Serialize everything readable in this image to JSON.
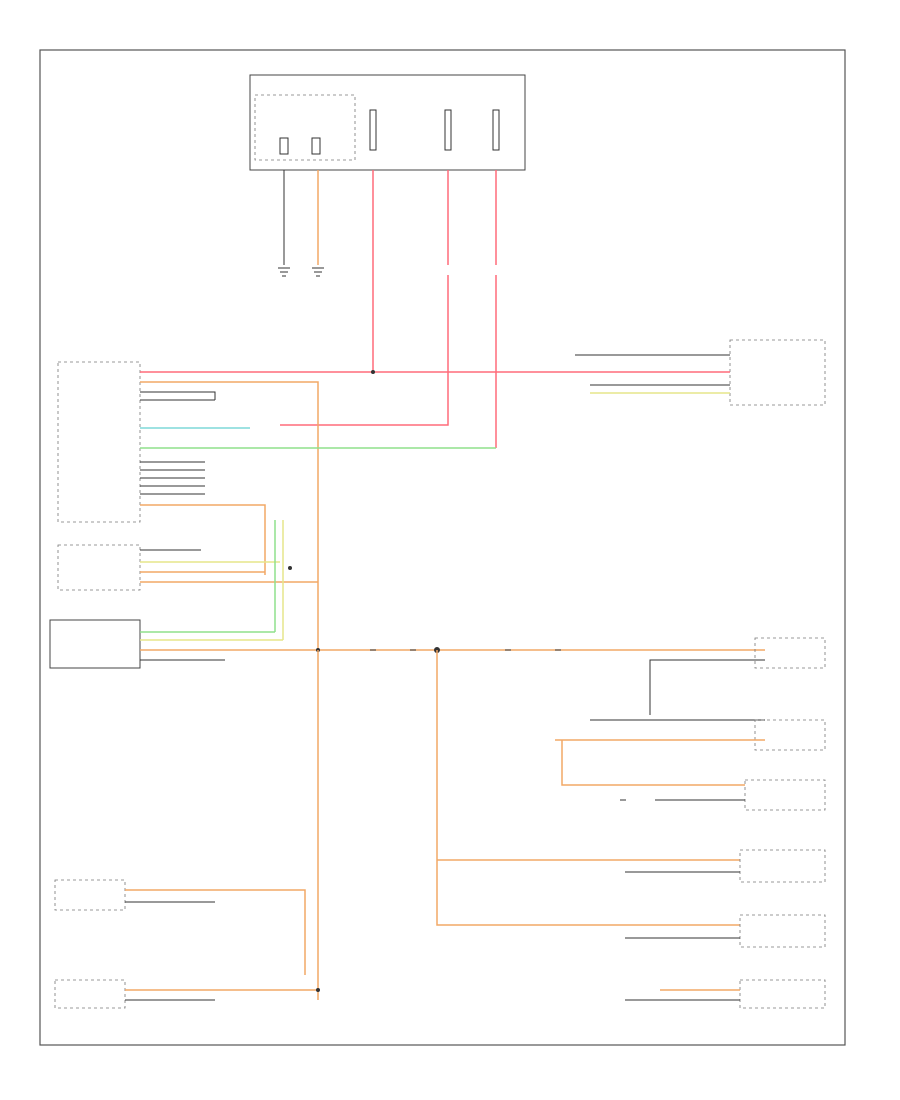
{
  "page": {
    "corner_text": ""
  },
  "wire_colors": {
    "power": "#ff6b7a",
    "illumination": "#f2a866",
    "signal_green": "#8fe08c",
    "signal_yellow": "#e6e68a",
    "signal_cyan": "#7fd8d8",
    "ground": "#333333"
  },
  "components": {
    "tipm": {
      "label": ""
    },
    "cluster": {
      "label": ""
    },
    "hazard_switch": {
      "label": ""
    },
    "headlamp_switch": {
      "label": ""
    },
    "steering_control_module": {
      "label": ""
    },
    "driver_door_lamp": {
      "label": ""
    },
    "passenger_door_lamp": {
      "label": ""
    },
    "overhead_console": {
      "label": ""
    },
    "left_rear_heated_seat_switch": {
      "label": ""
    },
    "right_rear_heated_seat_switch": {
      "label": ""
    },
    "passenger_seat_switch": {
      "label": ""
    },
    "cupholder_lamp": {
      "label": ""
    },
    "trans_lamp": {
      "label": ""
    },
    "center_console": {
      "label": ""
    }
  },
  "connection_points": [
    {
      "id": "s1",
      "label": ""
    },
    {
      "id": "s2",
      "label": ""
    },
    {
      "id": "s3",
      "label": ""
    },
    {
      "id": "s4",
      "label": ""
    },
    {
      "id": "s5",
      "label": ""
    }
  ]
}
